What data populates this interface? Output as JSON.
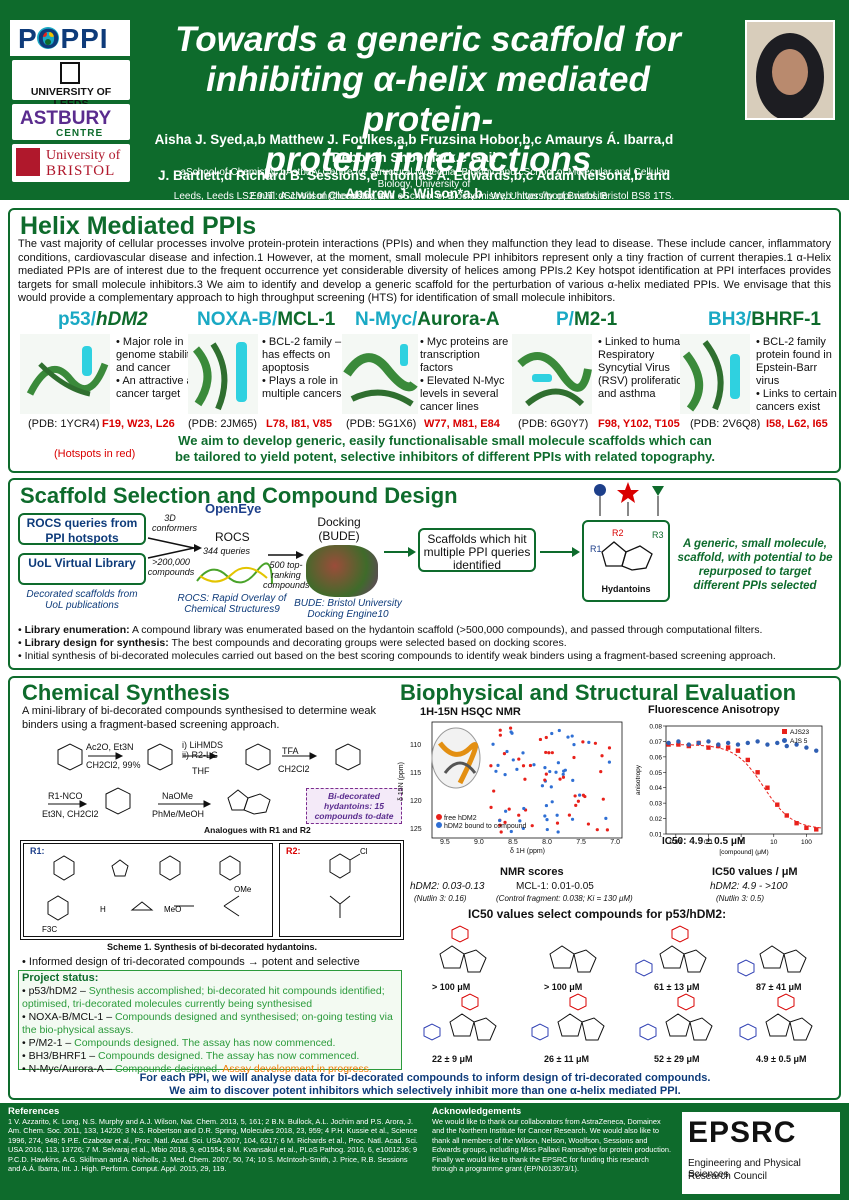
{
  "header": {
    "logos": {
      "poppi": "POPPI",
      "leeds": "UNIVERSITY OF LEEDS",
      "astbury": "ASTBURY",
      "astbury_sub": "CENTRE",
      "bristol_top": "University of",
      "bristol_bottom": "BRISTOL"
    },
    "title_line1": "Towards a generic scaffold for",
    "title_line2": "inhibiting α-helix mediated protein-",
    "title_line3": "protein interactions",
    "authors_line1": "Aisha J. Syed,a,b Matthew J. Foulkes,a,b Fruzsina Hobor,b,c Amaurys Á. Ibarra,d Deborah Shoemark,e Gail",
    "authors_line2": "J. Bartlett,d Richard B. Sessions,e Thomas A. Edwards,b,c Adam Nelsona,b and Andrew J. Wilson*a,b",
    "affil_line1": "aSchool of Chemistry, bAstbury Centre for Structural Molecular Biology, and cSchool of Molecular and Cellular Biology, University of",
    "affil_line2": "Leeds, Leeds LS2 9JT. dSchool of Chemistry, and eSchool of Biochemistry, University of Bristol, Bristol BS8 1TS.",
    "email": "Email: A.J.Wilson@leeds.ac.uk",
    "web": "Web: https://poppi.website"
  },
  "helix": {
    "title": "Helix Mediated PPIs",
    "paragraph": "The vast majority of cellular processes involve protein-protein interactions (PPIs) and when they malfunction they lead to disease. These include cancer, inflammatory conditions, cardiovascular disease and infection.1 However, at the moment, small molecule PPI inhibitors represent only a tiny fraction of current therapies.1 α-Helix mediated PPIs are of interest due to the frequent occurrence yet considerable diversity of helices among PPIs.2 Key hotspot identification at PPI interfaces provides targets for small molecule inhibitors.3 We aim to identify and develop a generic scaffold for the perturbation of various α-helix mediated PPIs. We envisage that this would provide a complementary approach to high throughput screening (HTS) for identification of small molecule inhibitors.",
    "ppis": [
      {
        "a": "p53/",
        "b": "hDM2",
        "bullets": [
          "Major role in genome stability and cancer",
          "An attractive anti-cancer target"
        ],
        "pdb": "(PDB: 1YCR4)",
        "hotspots": "F19, W23, L26"
      },
      {
        "a": "NOXA-B/",
        "b": "MCL-1",
        "bullets": [
          "BCL-2 family – has effects on apoptosis",
          "Plays a role in multiple cancers"
        ],
        "pdb": "(PDB: 2JM65)",
        "hotspots": "L78, I81, V85"
      },
      {
        "a": "N-Myc/",
        "b": "Aurora-A",
        "bullets": [
          "Myc proteins are transcription factors",
          "Elevated N-Myc levels in several cancer lines"
        ],
        "pdb": "(PDB: 5G1X6)",
        "hotspots": "W77, M81, E84"
      },
      {
        "a": "P/",
        "b": "M2-1",
        "bullets": [
          "Linked to human Respiratory Syncytial Virus (RSV) proliferation and asthma"
        ],
        "pdb": "(PDB: 6G0Y7)",
        "hotspots": "F98, Y102, T105"
      },
      {
        "a": "BH3/",
        "b": "BHRF-1",
        "bullets": [
          "BCL-2 family protein found in Epstein-Barr virus",
          "Links to certain cancers exist"
        ],
        "pdb": "(PDB: 2V6Q8)",
        "hotspots": "I58, L62, I65"
      }
    ],
    "hotspots_note": "(Hotspots in red)",
    "aim_line1": "We aim to develop generic, easily functionalisable small molecule scaffolds which can",
    "aim_line2": "be tailored to yield potent, selective inhibitors of different PPIs with related topography."
  },
  "scaffold": {
    "title": "Scaffold Selection and Compound Design",
    "rocs_queries": "ROCS queries from PPI hotspots",
    "uol_library": "UoL Virtual Library",
    "uol_note": "Decorated scaffolds from UoL publications",
    "conformers": "3D conformers",
    "compounds": ">200,000 compounds",
    "openeye": "OpenEye",
    "rocs": "ROCS",
    "queries": "344 queries",
    "rocs_def": "ROCS: Rapid Overlay of Chemical Structures9",
    "top_ranking": "500 top-ranking compounds",
    "docking": "Docking (BUDE)",
    "bude_def": "BUDE: Bristol University Docking Engine10",
    "hit_box": "Scaffolds which hit multiple PPI queries identified",
    "hydantoins": "Hydantoins",
    "generic": "A generic, small molecule, scaffold, with potential to be repurposed to target different PPIs selected",
    "bullets": [
      {
        "bold": "Library enumeration:",
        "text": " A compound library was enumerated based on the hydantoin scaffold (>500,000 compounds), and passed through computational filters."
      },
      {
        "bold": "Library design for synthesis:",
        "text": " The best compounds and decorating groups were selected based on docking scores."
      },
      {
        "bold": "",
        "text": "Initial synthesis of bi-decorated molecules carried out based on the best scoring compounds to identify weak binders using a fragment-based screening approach."
      }
    ]
  },
  "synthesis": {
    "title": "Chemical Synthesis",
    "intro": "A mini-library of bi-decorated compounds synthesised to determine weak binders using a fragment-based screening approach.",
    "reagents": [
      "Ac2O, Et3N",
      "CH2Cl2, 99%",
      "i) LiHMDS",
      "ii) R2-LG",
      "THF",
      "TFA",
      "CH2Cl2",
      "R1-NCO",
      "Et3N, CH2Cl2",
      "NaOMe",
      "PhMe/MeOH"
    ],
    "bi_decorated": "Bi-decorated hydantoins: 15 compounds to-date",
    "analogues": "Analogues with R1 and R2",
    "r1_label": "R1:",
    "r2_label": "R2:",
    "scheme": "Scheme 1. Synthesis of bi-decorated hydantoins.",
    "informed": "Informed design of tri-decorated compounds → potent and selective inhibitors",
    "status_title": "Project status:",
    "status": [
      {
        "name": "p53/hDM2 – ",
        "text": "Synthesis accomplished; bi-decorated hit compounds identified; optimised, tri-decorated molecules currently being synthesised",
        "extra": ""
      },
      {
        "name": "NOXA-B/MCL-1 – ",
        "text": "Compounds designed and synthesised; on-going testing via the bio-physical assays.",
        "extra": ""
      },
      {
        "name": "P/M2-1 – ",
        "text": "Compounds designed. The assay has now commenced.",
        "extra": ""
      },
      {
        "name": "BH3/BHRF1 – ",
        "text": "Compounds designed. The assay has now commenced.",
        "extra": ""
      },
      {
        "name": "N-Myc/Aurora-A – ",
        "text": "Compounds designed. ",
        "extra": "Assay development in progress."
      }
    ]
  },
  "biophys": {
    "title": "Biophysical and Structural Evaluation",
    "nmr_title": "1H-15N HSQC NMR",
    "fa_title": "Fluorescence Anisotropy",
    "nmr_legend": [
      "free hDM2",
      "hDM2 bound to compound"
    ],
    "nmr_y": "δ 15N (ppm)",
    "nmr_x": "δ 1H (ppm)",
    "nmr_yticks": [
      "110",
      "115",
      "120",
      "125"
    ],
    "nmr_xticks": [
      "9.5",
      "9.0",
      "8.5",
      "8.0",
      "7.5",
      "7.0"
    ],
    "nmr_scores": "NMR scores",
    "hdm2_score": "hDM2: 0.03-0.13",
    "hdm2_nutlin": "(Nutlin 3: 0.16)",
    "mcl1_score": "MCL-1: 0.01-0.05",
    "mcl1_control": "(Control fragment: 0.038; Ki = 130 μM)",
    "fa_ic50": "IC50: 4.9 ± 0.5 μM",
    "ic50_values": "IC50 values / μM",
    "ic50_range": "hDM2: 4.9 - >100",
    "ic50_nutlin": "(Nutlin 3: 0.5)",
    "select_title": "IC50 values select compounds for p53/hDM2:",
    "compounds": [
      "> 100 μM",
      "> 100 μM",
      "61 ± 13 μM",
      "87 ± 41 μM",
      "22 ± 9 μM",
      "26 ± 11 μM",
      "52 ± 29 μM",
      "4.9 ± 0.5 μM"
    ]
  },
  "chart_data": {
    "type": "scatter",
    "title": "Fluorescence Anisotropy",
    "xlabel": "[compound] (μM)",
    "ylabel": "anisotropy",
    "xscale": "log",
    "xlim": [
      0.005,
      300
    ],
    "ylim": [
      0.01,
      0.08
    ],
    "yticks": [
      0.01,
      0.02,
      0.03,
      0.04,
      0.05,
      0.06,
      0.07,
      0.08
    ],
    "xticks": [
      0.01,
      0.1,
      1,
      10,
      100
    ],
    "xtick_labels": [
      "0.01",
      "0.1",
      "1",
      "10",
      "100"
    ],
    "legend": "top-right",
    "series": [
      {
        "name": "AJS23",
        "color": "#e8211b",
        "x": [
          0.006,
          0.012,
          0.025,
          0.05,
          0.1,
          0.2,
          0.4,
          0.8,
          1.6,
          3.2,
          6.4,
          12.8,
          25,
          50,
          100,
          200
        ],
        "y": [
          0.068,
          0.068,
          0.067,
          0.069,
          0.066,
          0.067,
          0.066,
          0.064,
          0.058,
          0.05,
          0.04,
          0.029,
          0.022,
          0.017,
          0.014,
          0.013
        ]
      },
      {
        "name": "AJS 5",
        "color": "#2f5fb3",
        "x": [
          0.006,
          0.012,
          0.025,
          0.05,
          0.1,
          0.2,
          0.4,
          0.8,
          1.6,
          3.2,
          6.4,
          12.8,
          25,
          50,
          100,
          200
        ],
        "y": [
          0.069,
          0.07,
          0.068,
          0.069,
          0.07,
          0.068,
          0.069,
          0.068,
          0.069,
          0.07,
          0.068,
          0.069,
          0.067,
          0.068,
          0.066,
          0.064
        ]
      }
    ],
    "fit": {
      "top": 0.068,
      "bottom": 0.013,
      "ic50": 4.9
    }
  },
  "conclusion": {
    "line1": "For each PPI, we will analyse data for bi-decorated compounds to inform design of tri-decorated compounds.",
    "line2": "We aim to discover potent inhibitors which selectively inhibit more than one α-helix mediated PPI."
  },
  "footer": {
    "refs_title": "References",
    "refs": "1 V. Azzarito, K. Long, N.S. Murphy and A.J. Wilson, Nat. Chem. 2013, 5, 161; 2 B.N. Bullock, A.L. Jochim and P.S. Arora, J. Am. Chem. Soc. 2011, 133, 14220; 3 N.S. Robertson and D.R. Spring, Molecules 2018, 23, 959; 4 P.H. Kussie et al., Science 1996, 274, 948; 5 P.E. Czabotar et al., Proc. Natl. Acad. Sci. USA 2007, 104, 6217; 6 M. Richards et al., Proc. Natl. Acad. Sci. USA 2016, 113, 13726; 7 M. Selvaraj et al., Mbio 2018, 9, e01554; 8 M. Kvansakul et al., PLoS Pathog. 2010, 6, e1001236; 9 P.C.D. Hawkins, A.G. Skillman and A. Nicholls, J. Med. Chem. 2007, 50, 74; 10 S. McIntosh-Smith, J. Price, R.B. Sessions and A.Á. Ibarra, Int. J. High. Perform. Comput. Appl. 2015, 29, 119.",
    "ack_title": "Acknowledgements",
    "ack": "We would like to thank our collaborators from AstraZeneca, Domainex and the Northern Institute for Cancer Research. We would also like to thank all members of the Wilson, Nelson, Woolfson, Sessions and Edwards groups, including Miss Pallavi Ramsahye for protein production. Finally we would like to thank the EPSRC for funding this research through a programme grant (EP/N013573/1).",
    "epsrc": "EPSRC",
    "epsrc_sub1": "Engineering and Physical Sciences",
    "epsrc_sub2": "Research Council"
  }
}
